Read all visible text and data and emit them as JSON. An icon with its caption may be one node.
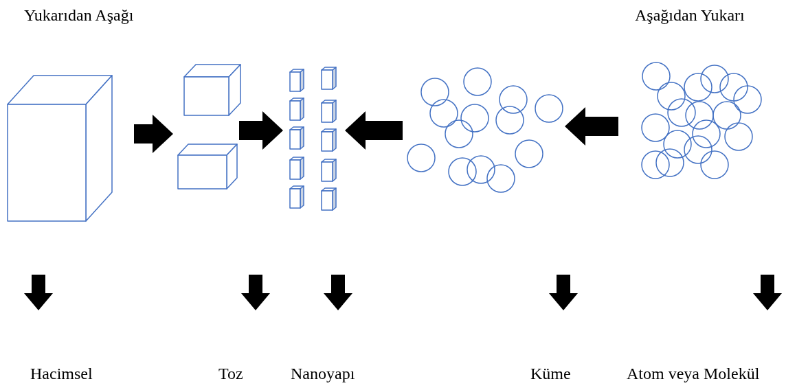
{
  "diagram": {
    "nodes": [
      {
        "text": [],
        "shape": "cube"
      },
      {
        "text": [],
        "shape": "picture"
      },
      {
        "text": [],
        "shape": "picture"
      },
      {
        "text": [],
        "shape": "picture"
      },
      {
        "text": [],
        "shape": "picture"
      },
      {
        "text": [
          "Hacimsel"
        ]
      },
      {
        "text": [
          "Toz"
        ]
      },
      {
        "text": [
          "Nanoyapı"
        ]
      },
      {
        "text": [
          "Küme"
        ]
      },
      {
        "text": [
          "Atom veya Molekül"
        ]
      }
    ],
    "edges": [
      {
        "from": 0,
        "to": 1,
        "arrow": "to",
        "style": "thick"
      },
      {
        "from": 1,
        "to": 2,
        "arrow": "to",
        "style": "thick"
      },
      {
        "from": 3,
        "to": 2,
        "arrow": "to",
        "style": "thick"
      },
      {
        "from": 4,
        "to": 3,
        "arrow": "to",
        "style": "thick"
      }
    ],
    "labels": [
      "Yukarıdan Aşağı",
      "Aşağıdan Yukarı"
    ]
  }
}
